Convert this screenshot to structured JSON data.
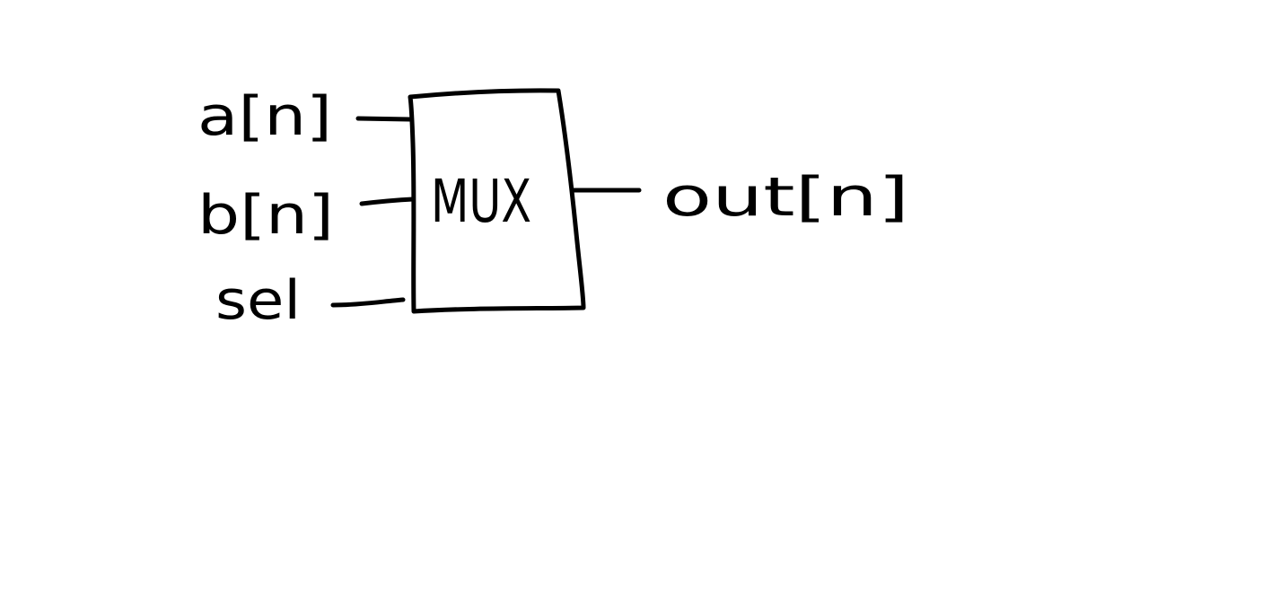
{
  "diagram": {
    "block_label": "MUX",
    "inputs": [
      {
        "label": "a[n]"
      },
      {
        "label": "b[n]"
      },
      {
        "label": "sel"
      }
    ],
    "outputs": [
      {
        "label": "out[n]"
      }
    ]
  },
  "colors": {
    "background": "#ffffff",
    "ink": "#000000"
  }
}
